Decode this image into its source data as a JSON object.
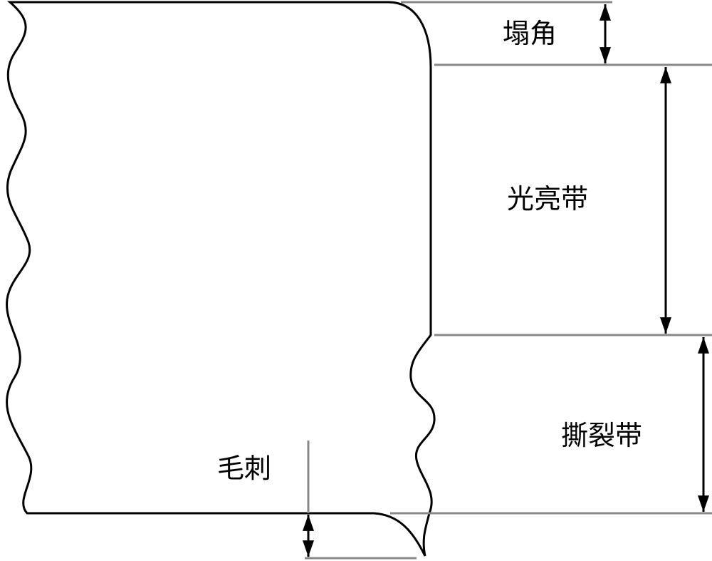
{
  "labels": {
    "rollover": "塌角",
    "burnish": "光亮带",
    "fracture": "撕裂带",
    "burr": "毛刺"
  },
  "colors": {
    "outline": "#000000",
    "dimension": "#888888"
  }
}
